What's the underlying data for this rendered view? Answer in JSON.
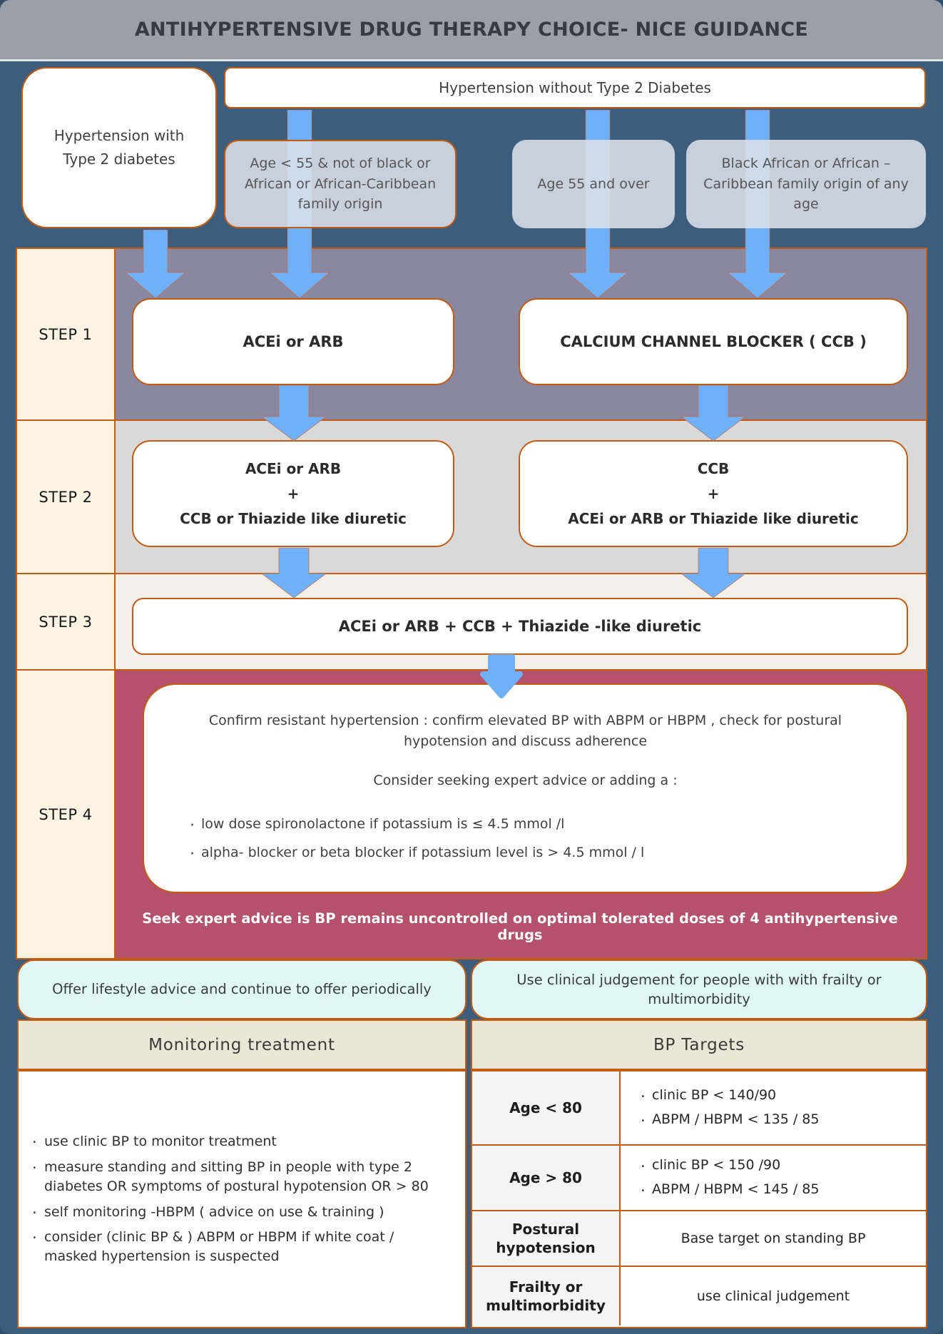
{
  "title": "ANTIHYPERTENSIVE DRUG THERAPY CHOICE- NICE GUIDANCE",
  "colors": {
    "page_bg": "#3D5D7C",
    "titlebar_bg": "#9BA0A8",
    "accent_orange": "#C55A11",
    "arrow_blue": "#6FB1F8",
    "step1_row_bg": "#8A87A0",
    "step2_row_bg": "#D9D9D9",
    "step3_row_bg": "#F4F0E9",
    "step4_row_bg": "#B5516B",
    "step_label_bg": "#FDF3E3",
    "advice_bg": "#E0F7F8",
    "section_header_bg": "#EBE7D6"
  },
  "flow": {
    "with_diabetes_line1": "Hypertension with",
    "with_diabetes_line2": "Type 2 diabetes",
    "without_diabetes": "Hypertension without Type 2 Diabetes",
    "branch_under55": "Age < 55 & not of black or African or African-Caribbean family origin",
    "branch_55over": "Age 55 and over",
    "branch_black_african": "Black African or African – Caribbean family origin of any age"
  },
  "steps": {
    "step1": {
      "label": "STEP 1",
      "left": "ACEi or ARB",
      "right": "CALCIUM CHANNEL BLOCKER ( CCB )"
    },
    "step2": {
      "label": "STEP 2",
      "left_line1": "ACEi or ARB",
      "left_line2": "+",
      "left_line3": "CCB or Thiazide like diuretic",
      "right_line1": "CCB",
      "right_line2": "+",
      "right_line3": "ACEi or ARB or Thiazide like diuretic"
    },
    "step3": {
      "label": "STEP 3",
      "box": "ACEi or ARB + CCB + Thiazide -like diuretic"
    },
    "step4": {
      "label": "STEP 4",
      "para1": "Confirm resistant hypertension : confirm elevated BP with ABPM or HBPM , check for postural hypotension and discuss adherence",
      "para2": "Consider seeking expert advice or adding a :",
      "bullet1": "low dose spironolactone if potassium is ≤ 4.5 mmol /l",
      "bullet2": "alpha- blocker or beta blocker if potassium level is > 4.5 mmol / l",
      "warning": "Seek expert advice is BP remains uncontrolled on optimal tolerated doses of 4 antihypertensive drugs"
    }
  },
  "advice": {
    "lifestyle": "Offer lifestyle advice and continue to offer periodically",
    "frailty": "Use clinical judgement for people with with frailty or multimorbidity"
  },
  "monitoring": {
    "header": "Monitoring treatment",
    "bullets": [
      "use clinic BP to monitor treatment",
      "measure standing and sitting BP in people with type 2 diabetes OR symptoms of postural hypotension OR > 80",
      "self monitoring -HBPM ( advice on use & training )",
      "consider (clinic BP &  ) ABPM or HBPM if white coat / masked hypertension is suspected"
    ]
  },
  "bp_targets": {
    "header": "BP Targets",
    "rows": [
      {
        "label": "Age < 80",
        "bullet1": "clinic BP < 140/90",
        "bullet2": "ABPM / HBPM < 135 / 85"
      },
      {
        "label": "Age > 80",
        "bullet1": "clinic BP < 150 /90",
        "bullet2": "ABPM / HBPM < 145 / 85"
      },
      {
        "label": "Postural hypotension",
        "text": "Base target on standing BP"
      },
      {
        "label": "Frailty or multimorbidity",
        "text": "use clinical judgement"
      }
    ]
  }
}
